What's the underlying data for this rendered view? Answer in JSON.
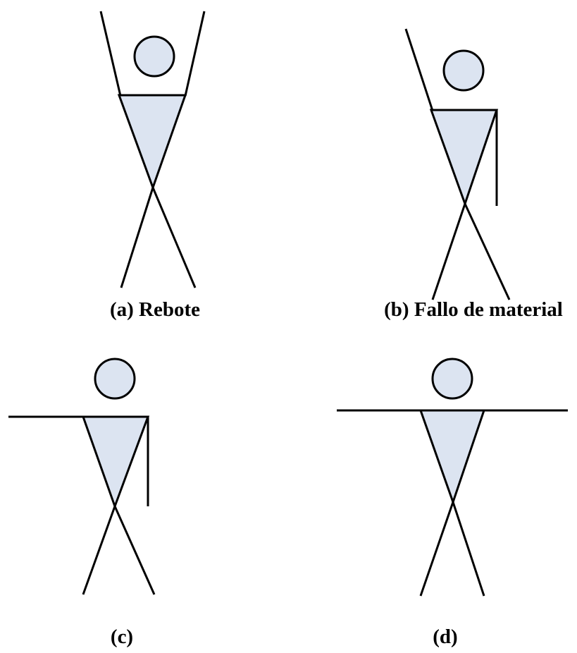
{
  "diagram": {
    "panels": [
      {
        "id": "a",
        "caption": "(a) Rebote"
      },
      {
        "id": "b",
        "caption": "(b) Fallo de material"
      },
      {
        "id": "c",
        "caption": "(c)"
      },
      {
        "id": "d",
        "caption": "(d)"
      }
    ],
    "colors": {
      "figure_fill": "#dce4f1",
      "stroke": "#000000"
    }
  }
}
